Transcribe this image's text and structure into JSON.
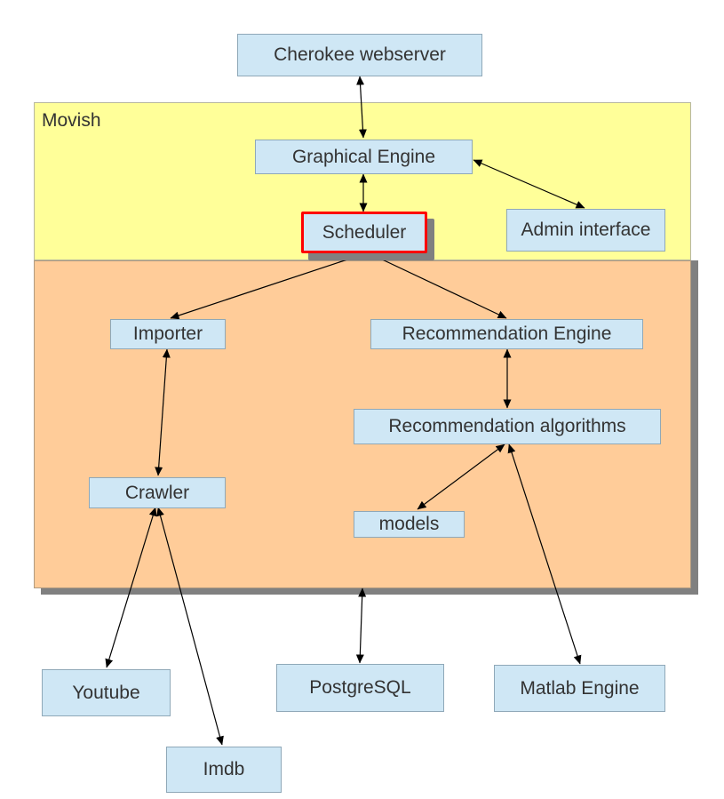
{
  "diagram": {
    "region_label": "Movish",
    "nodes": {
      "cherokee": "Cherokee webserver",
      "graphical": "Graphical Engine",
      "scheduler": "Scheduler",
      "admin": "Admin interface",
      "importer": "Importer",
      "recengine": "Recommendation Engine",
      "recalgos": "Recommendation algorithms",
      "crawler": "Crawler",
      "models": "models",
      "youtube": "Youtube",
      "postgres": "PostgreSQL",
      "matlab": "Matlab Engine",
      "imdb": "Imdb"
    },
    "edges": [
      {
        "from": "cherokee",
        "to": "graphical",
        "direction": "both"
      },
      {
        "from": "graphical",
        "to": "scheduler",
        "direction": "both"
      },
      {
        "from": "graphical",
        "to": "admin",
        "direction": "both"
      },
      {
        "from": "scheduler",
        "to": "importer",
        "direction": "to"
      },
      {
        "from": "scheduler",
        "to": "recengine",
        "direction": "to"
      },
      {
        "from": "importer",
        "to": "crawler",
        "direction": "both"
      },
      {
        "from": "recengine",
        "to": "recalgos",
        "direction": "both"
      },
      {
        "from": "recalgos",
        "to": "models",
        "direction": "both"
      },
      {
        "from": "recalgos",
        "to": "matlab",
        "direction": "both"
      },
      {
        "from": "crawler",
        "to": "youtube",
        "direction": "both"
      },
      {
        "from": "crawler",
        "to": "imdb",
        "direction": "both"
      },
      {
        "from": "core-region",
        "to": "postgres",
        "direction": "both"
      }
    ],
    "colors": {
      "movish_region": "#ffff99",
      "core_region": "#ffcc99",
      "node_fill": "#cfe7f5",
      "highlight_border": "#ff0000",
      "shadow": "#808080"
    }
  }
}
